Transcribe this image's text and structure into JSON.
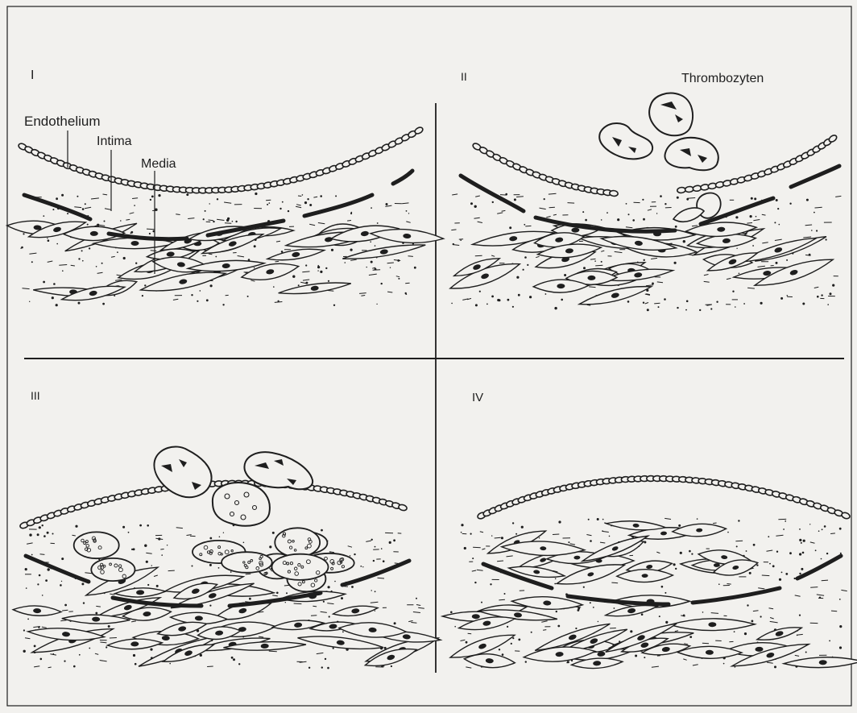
{
  "panels": [
    {
      "numeral": "I"
    },
    {
      "numeral": "II"
    },
    {
      "numeral": "III"
    },
    {
      "numeral": "IV"
    }
  ],
  "labels": {
    "endothelium": "Endothelium",
    "intima": "Intima",
    "media": "Media",
    "thrombocytes": "Thrombozyten"
  },
  "colors": {
    "ink": "#1e1e1e",
    "paper": "#f2f1ee"
  }
}
